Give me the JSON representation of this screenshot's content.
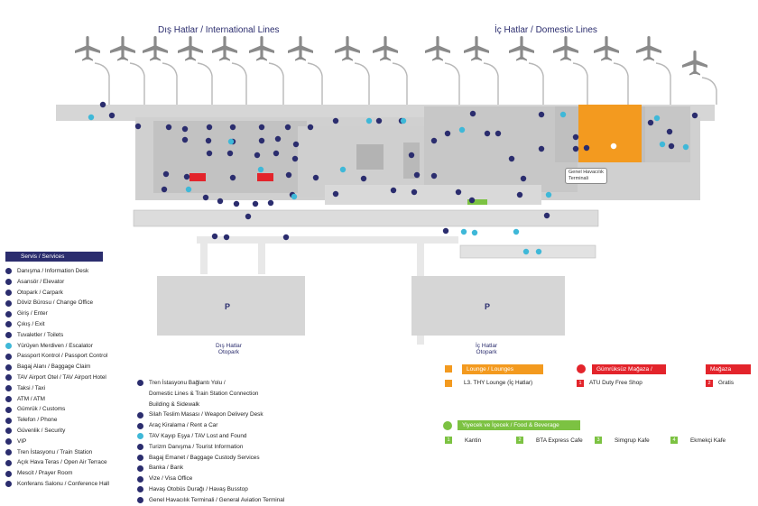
{
  "header": {
    "international": "Dış Hatlar / International Lines",
    "domestic": "İç Hatlar / Domestic Lines"
  },
  "parking": {
    "intl_label_1": "Dış Hatlar",
    "intl_label_2": "Otopark",
    "dom_label_1": "İç Hatlar",
    "dom_label_2": "Otopark",
    "p_symbol": "P"
  },
  "terminal": {
    "general_aviation_1": "Genel Havacılık",
    "general_aviation_2": "Terminali"
  },
  "services": {
    "title": "Servis / Services",
    "items_left": [
      "Danışma / Information Desk",
      "Asansör / Elevator",
      "Otopark / Carpark",
      "Döviz Bürosu / Change Office",
      "Giriş / Enter",
      "Çıkış / Exit",
      "Tuvaletler / Toilets",
      "Yürüyen Merdiven / Escalator",
      "Passport Kontrol / Passport Control",
      "Bagaj Alanı / Baggage Claim",
      "TAV Airport Otel / TAV Airport Hotel",
      "Taksi / Taxi",
      "ATM / ATM",
      "Gümrük / Customs",
      "Telefon / Phone",
      "Güvenlik / Security",
      "VIP",
      "Tren İstasyonu / Train Station",
      "Açık Hava Teras / Open Air Terrace",
      "Mescit / Prayer Room",
      "Konferans Salonu / Conference Hall"
    ],
    "items_mid": [
      "Tren İstasyonu Bağlantı Yolu /",
      "Domestic Lines & Train Station Connection",
      "Building & Sidewalk",
      "Silah Teslim Masası / Weapon Delivery Desk",
      "Araç Kiralama / Rent a Car",
      "TAV Kayıp Eşya / TAV Lost and Found",
      "Turizm Danışma / Tourist Information",
      "Bagaj Emanet / Baggage Custody Services",
      "Banka / Bank",
      "Vize / Visa Office",
      "Havaş Otobüs Durağı / Havaş Busstop",
      "Genel Havacılık Terminali / General Aviation Terminal"
    ]
  },
  "lounges": {
    "title": "Lounge / Lounges",
    "item": "L3. THY Lounge (İç Hatlar)",
    "color": "#f39a1f"
  },
  "dutyfree": {
    "title": "Gümrüksüz Mağaza / Duty Free",
    "item_num": "1",
    "item": "ATU Duty Free Shop",
    "color": "#e3242b"
  },
  "store": {
    "title": "Mağaza",
    "item_num": "2",
    "item": "Gratis"
  },
  "food": {
    "title": "Yiyecek ve İçecek / Food & Beverage",
    "color": "#7cc242",
    "items": [
      {
        "num": "1",
        "name": "Kantin"
      },
      {
        "num": "2",
        "name": "BTA Express Cafe"
      },
      {
        "num": "3",
        "name": "Simgrup Kafe"
      },
      {
        "num": "4",
        "name": "Ekmekçi Kafe"
      }
    ]
  },
  "colors": {
    "navy": "#2b2d6e",
    "building": "#c9c9c9",
    "corridor": "#e3e3e3",
    "escalator": "#3fb8d8",
    "lounge": "#f39a1f"
  },
  "icons": {
    "plane": "airplane-icon",
    "service": "service-marker-icon",
    "escalator": "escalator-icon"
  }
}
